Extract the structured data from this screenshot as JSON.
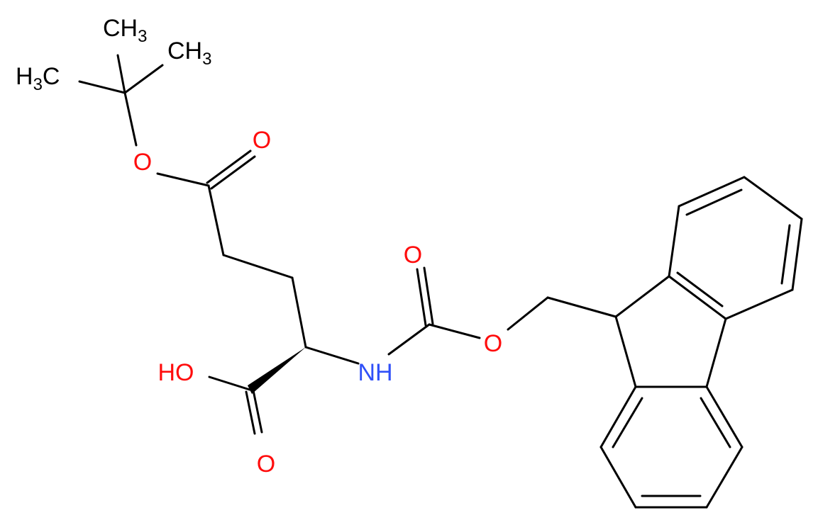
{
  "diagram": {
    "labels": {
      "ch3_top": "CH",
      "ch3_top_sub": "3",
      "ch3_right": "CH",
      "ch3_right_sub": "3",
      "h3c_left_pre": "H",
      "h3c_left_sub": "3",
      "h3c_left_post": "C",
      "o_ester_ether": "O",
      "o_ester_carbonyl": "O",
      "o_carbamate_carbonyl": "O",
      "o_carbamate_ether": "O",
      "nh": "NH",
      "oh": "HO",
      "o_acid_carbonyl": "O"
    },
    "colors": {
      "bond": "#000000",
      "carbon_hydrogen": "#000000",
      "oxygen": "#ff0d0d",
      "nitrogen": "#3050f8"
    }
  }
}
